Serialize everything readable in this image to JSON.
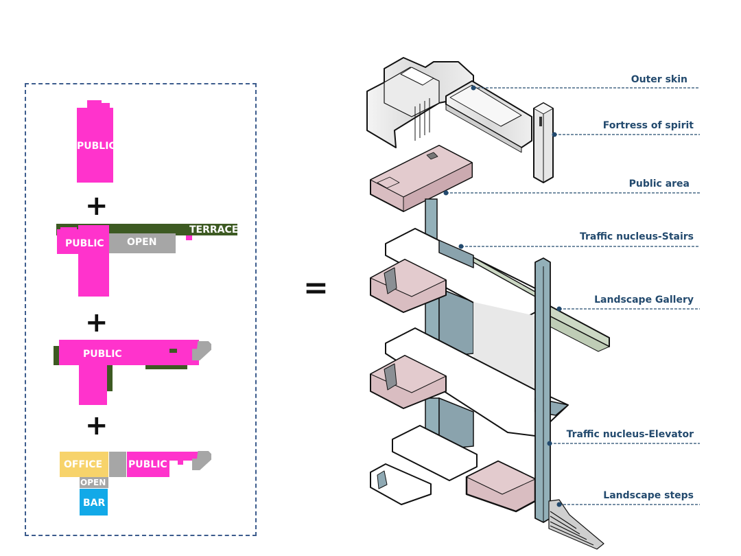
{
  "colors": {
    "public": "#ff33cc",
    "open": "#a6a6a6",
    "terrace": "#3d5a22",
    "office": "#f7d36b",
    "bar": "#12a9e8",
    "callout_text": "#234a6e",
    "panel_border": "#3b5b8c",
    "public_area_fill": "#dcc2c6",
    "core_fill": "#8fa9b3",
    "gallery_fill": "#ccd8c4"
  },
  "program_panel": {
    "levels": [
      {
        "blocks": [
          {
            "type": "public",
            "label": "PUBLIC"
          }
        ]
      },
      {
        "blocks": [
          {
            "type": "terrace",
            "label": "TERRACE"
          },
          {
            "type": "public",
            "label": "PUBLIC"
          },
          {
            "type": "open",
            "label": "OPEN"
          }
        ]
      },
      {
        "blocks": [
          {
            "type": "terrace",
            "label": ""
          },
          {
            "type": "public",
            "label": "PUBLIC"
          },
          {
            "type": "open",
            "label": ""
          }
        ]
      },
      {
        "blocks": [
          {
            "type": "office",
            "label": "OFFICE"
          },
          {
            "type": "open",
            "label": ""
          },
          {
            "type": "public",
            "label": "PUBLIC"
          },
          {
            "type": "open",
            "label": "OPEN"
          },
          {
            "type": "bar",
            "label": "BAR"
          }
        ]
      }
    ],
    "operator": "+",
    "result_operator": "="
  },
  "callouts": [
    {
      "label": "Outer skin"
    },
    {
      "label": "Fortress of spirit"
    },
    {
      "label": "Public area"
    },
    {
      "label": "Traffic nucleus-Stairs"
    },
    {
      "label": "Landscape Gallery"
    },
    {
      "label": "Traffic nucleus-Elevator"
    },
    {
      "label": "Landscape steps"
    }
  ]
}
